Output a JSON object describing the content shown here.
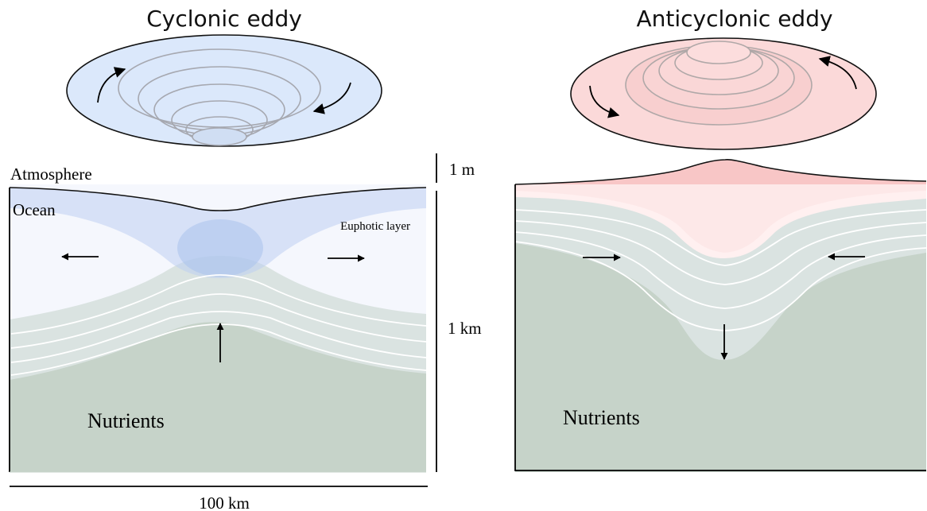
{
  "titles": {
    "cyclonic": "Cyclonic eddy",
    "anticyclonic": "Anticyclonic eddy"
  },
  "labels": {
    "atmosphere": "Atmosphere",
    "ocean": "Ocean",
    "euphotic_layer": "Euphotic layer",
    "nutrients_left": "Nutrients",
    "nutrients_right": "Nutrients"
  },
  "scales": {
    "vertical_top": "1 m",
    "vertical_bottom": "1 km",
    "horizontal": "100 km"
  },
  "colors": {
    "cyclonic_blue": "#dbe8fb",
    "anticyclonic_red": "#fbd9d9",
    "surface_blue": "#a9c3ec",
    "surface_red": "#f6b8b8",
    "euphotic_light": "#f5f7fd",
    "transition_layer": "#dae3e1",
    "nutrients_green": "#c6d3c9",
    "ring_gray": "#a0a0a0",
    "outline": "#000000"
  }
}
